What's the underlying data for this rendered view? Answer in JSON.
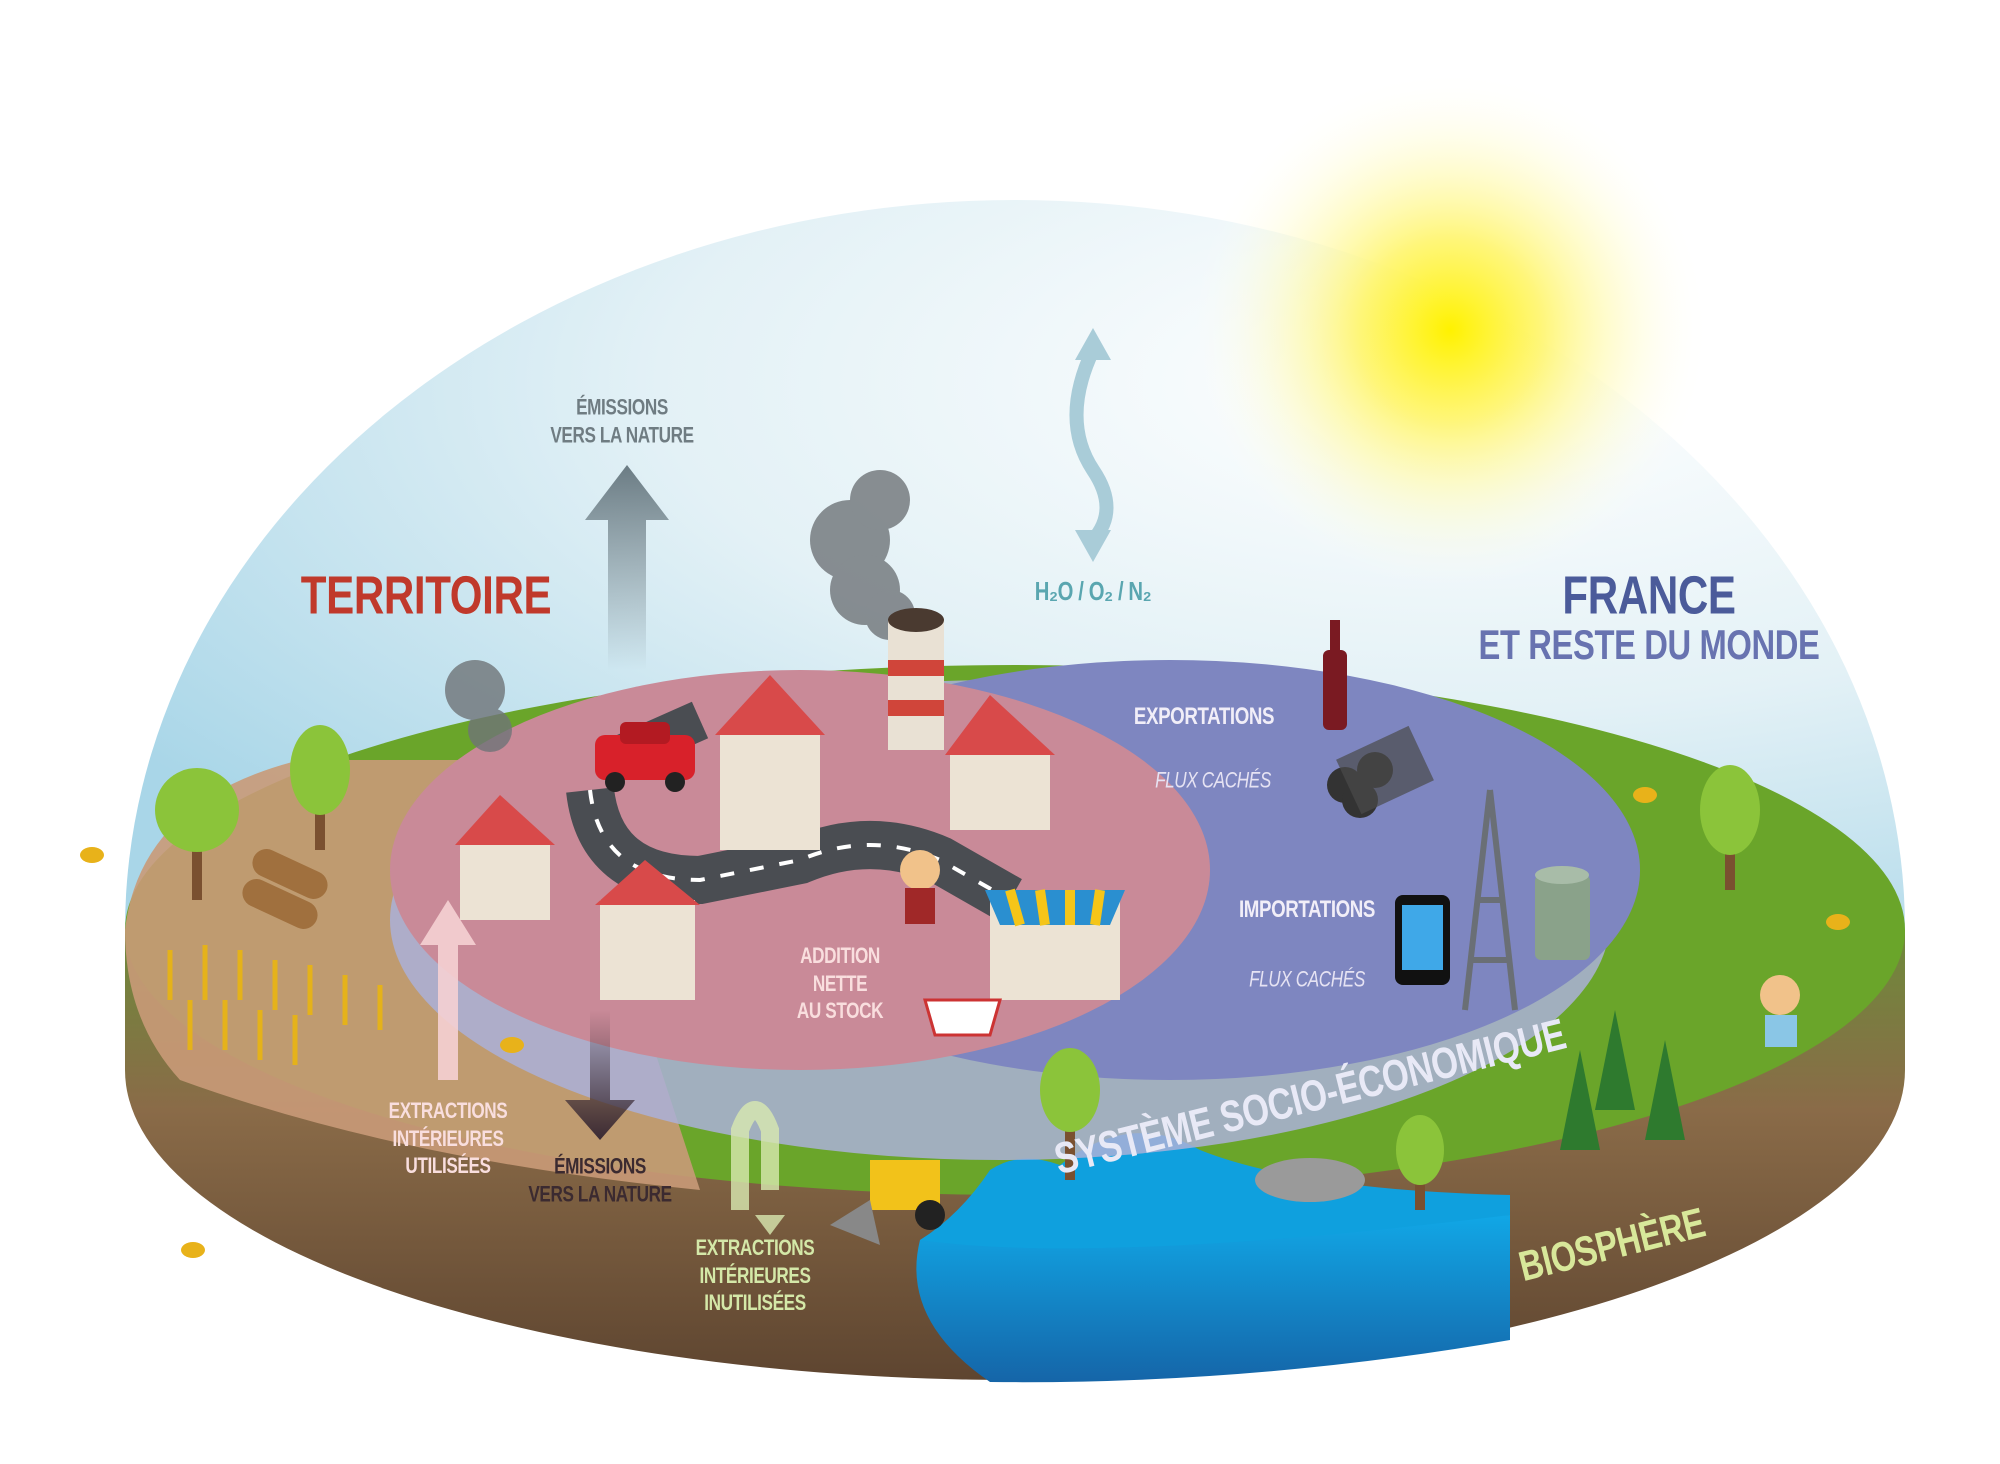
{
  "labels": {
    "territoire": "TERRITOIRE",
    "emissions_top": [
      "ÉMISSIONS",
      "VERS LA NATURE"
    ],
    "gases": "H₂O / O₂ / N₂",
    "france": "FRANCE",
    "reste_monde": "ET RESTE DU MONDE",
    "exportations": "EXPORTATIONS",
    "flux_caches_export": "FLUX CACHÉS",
    "importations": "IMPORTATIONS",
    "flux_caches_import": "FLUX CACHÉS",
    "addition": [
      "ADDITION",
      "NETTE",
      "AU STOCK"
    ],
    "extractions_utilisees": [
      "EXTRACTIONS",
      "INTÉRIEURES",
      "UTILISÉES"
    ],
    "emissions_bottom": [
      "ÉMISSIONS",
      "VERS LA NATURE"
    ],
    "extractions_inutilisees": [
      "EXTRACTIONS",
      "INTÉRIEURES",
      "INUTILISÉES"
    ],
    "systeme": "SYSTÈME SOCIO-ÉCONOMIQUE",
    "biosphere": "BIOSPHÈRE"
  },
  "colors": {
    "sky": "#cfe8f2",
    "territory": "#c98a98",
    "world": "#7e86c0",
    "grass": "#6aa52a",
    "soil": "#7a5a3c",
    "water": "#1c8fd4",
    "sun": "#fff000",
    "title_red": "#c0392b",
    "title_blue": "#4b5b9a"
  }
}
